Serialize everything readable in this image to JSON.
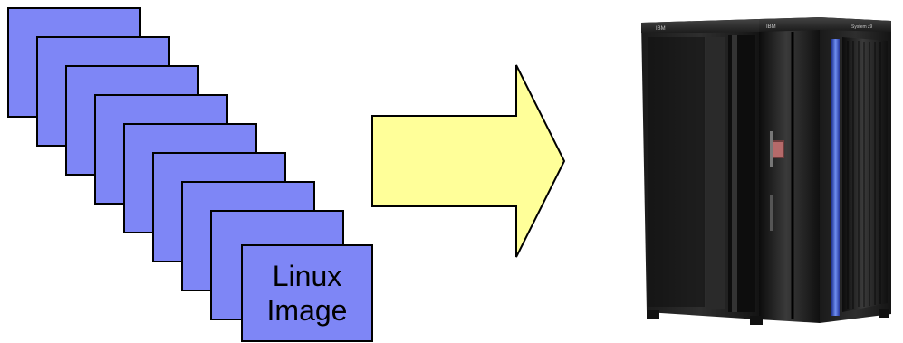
{
  "diagram": {
    "image_label": {
      "line1": "Linux",
      "line2": "Image"
    },
    "card_fill": "#7e86f6",
    "arrow_fill": "#ffff99",
    "server": {
      "brand_left": "IBM",
      "brand_mid": "IBM",
      "brand_right": "System z9"
    }
  }
}
